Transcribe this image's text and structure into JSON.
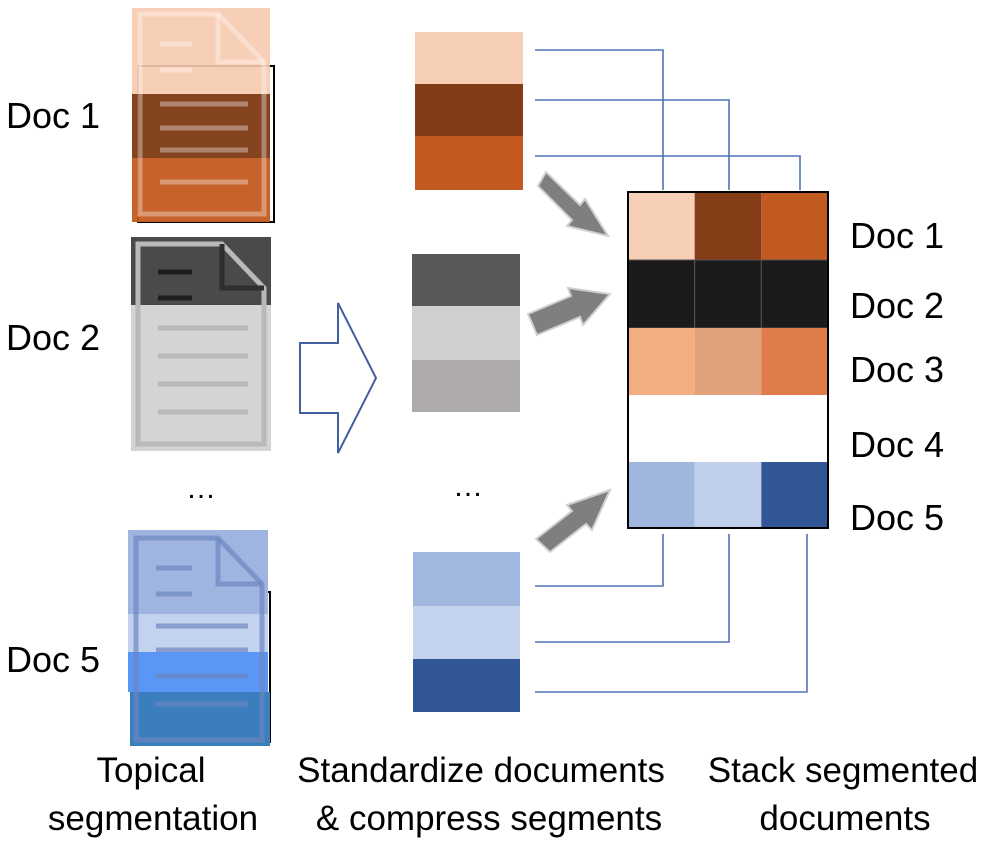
{
  "left_docs": {
    "doc1": {
      "label": "Doc 1",
      "colors": [
        "#f6c9ae",
        "#7d3a14",
        "#c45a20"
      ]
    },
    "doc2": {
      "label": "Doc 2",
      "colors": [
        "#4a4a4a",
        "#d4d4d4"
      ]
    },
    "ellipsis": "…",
    "doc5": {
      "label": "Doc 5",
      "colors": [
        "#9fb4de",
        "#c3d2ee",
        "#5a96f5",
        "#3a7ebd"
      ]
    }
  },
  "middle": {
    "group1": [
      "#f7cfb6",
      "#833c17",
      "#c45a21"
    ],
    "group2": [
      "#585858",
      "#cfcfcf",
      "#adaaa9"
    ],
    "ellipsis": "…",
    "group5": [
      "#a0b8e0",
      "#c3d3ee",
      "#305696"
    ]
  },
  "matrix": {
    "rows": [
      {
        "label": "Doc 1",
        "cells": [
          "#f6cfb6",
          "#853d17",
          "#c25a21"
        ]
      },
      {
        "label": "Doc 2",
        "cells": [
          "#1b1b1b",
          "#1b1b1b",
          "#1b1b1b"
        ]
      },
      {
        "label": "Doc 3",
        "cells": [
          "#f2ae80",
          "#e0a07a",
          "#e07c49"
        ]
      },
      {
        "label": "Doc 4",
        "cells": [
          "#ffffff",
          "#ffffff",
          "#ffffff"
        ]
      },
      {
        "label": "Doc 5",
        "cells": [
          "#9fb6de",
          "#bfcfec",
          "#305696"
        ]
      }
    ]
  },
  "colors": {
    "connector": "#4f73b8",
    "arrow": "#7f7f7f",
    "outline_arrow": "#41609f"
  },
  "captions": {
    "left": [
      "Topical",
      "segmentation"
    ],
    "middle": [
      "Standardize documents",
      "&  compress segments"
    ],
    "right": [
      "Stack segmented",
      "documents"
    ]
  }
}
